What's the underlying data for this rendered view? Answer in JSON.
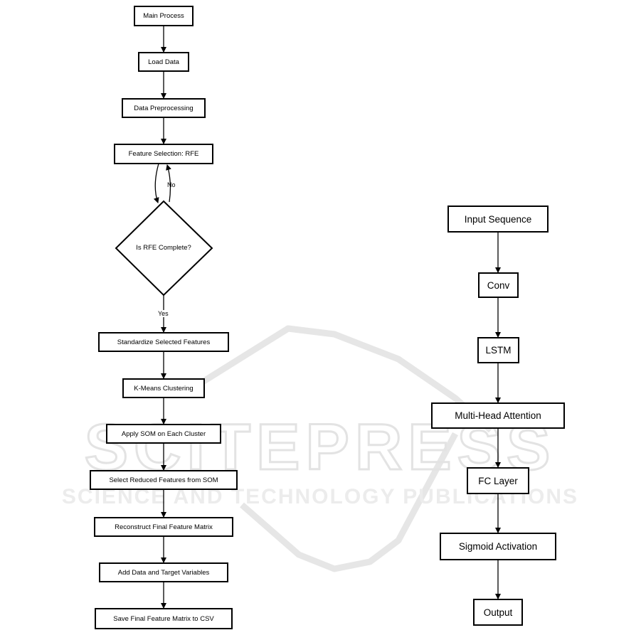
{
  "left_flow": {
    "main_process": "Main Process",
    "load_data": "Load Data",
    "data_preprocessing": "Data Preprocessing",
    "feature_selection": "Feature Selection: RFE",
    "decision": "Is RFE Complete?",
    "label_no": "No",
    "label_yes": "Yes",
    "standardize": "Standardize Selected Features",
    "kmeans": "K-Means Clustering",
    "apply_som": "Apply SOM on Each Cluster",
    "select_reduced": "Select Reduced Features from SOM",
    "reconstruct": "Reconstruct Final Feature Matrix",
    "add_data": "Add Data and Target Variables",
    "save_final": "Save Final Feature Matrix to CSV"
  },
  "right_flow": {
    "input_sequence": "Input Sequence",
    "conv": "Conv",
    "lstm": "LSTM",
    "attention": "Multi-Head Attention",
    "fc_layer": "FC Layer",
    "sigmoid": "Sigmoid Activation",
    "output": "Output"
  },
  "watermark": {
    "big": "SCITEPRESS",
    "small": "SCIENCE AND TECHNOLOGY PUBLICATIONS"
  }
}
